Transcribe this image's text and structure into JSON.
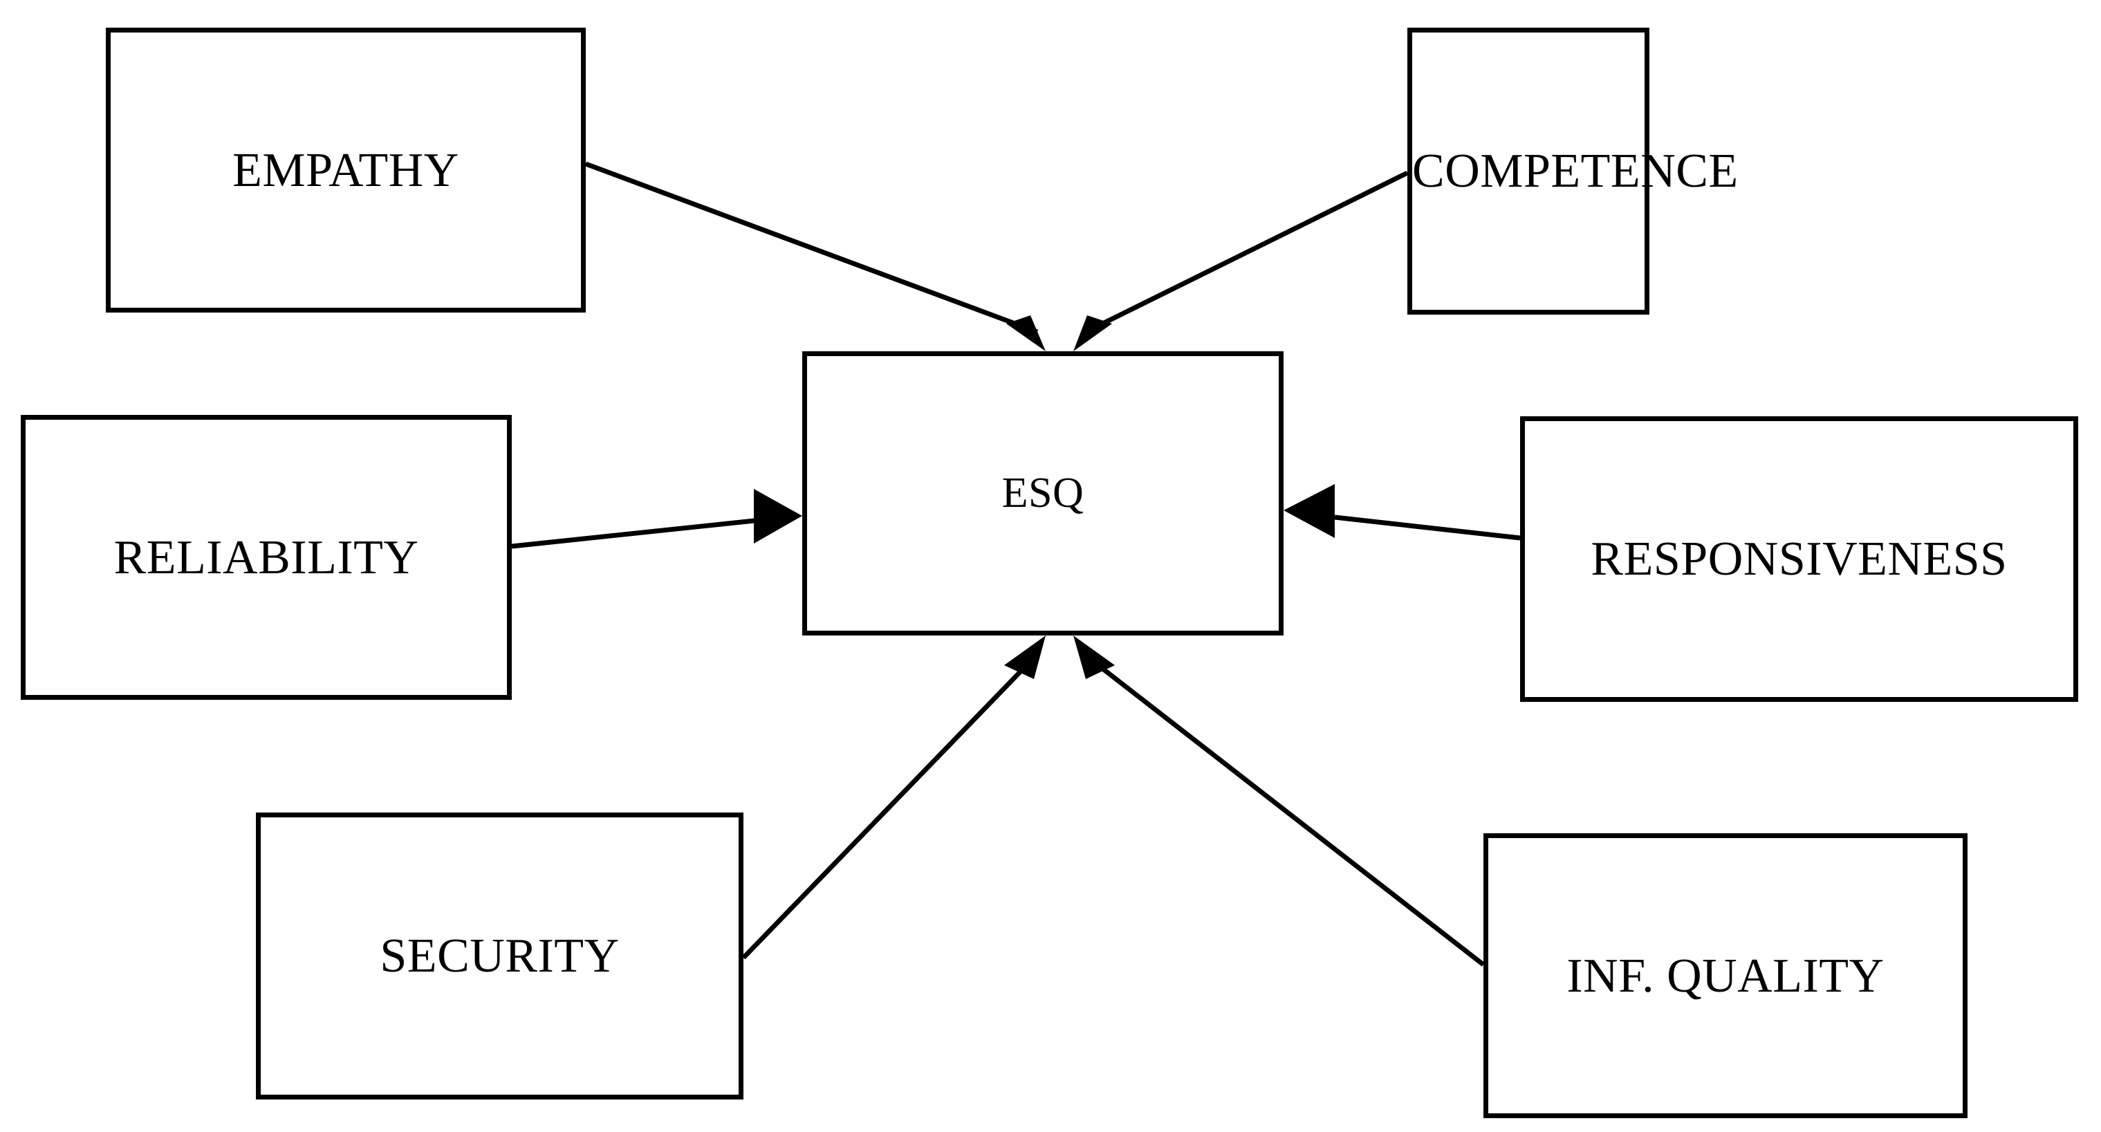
{
  "diagram": {
    "type": "conceptual-framework",
    "background_color": "#ffffff",
    "line_color": "#000000",
    "center": {
      "id": "esq",
      "label": "ESQ"
    },
    "nodes": [
      {
        "id": "empathy",
        "label": "EMPATHY",
        "position": "top-left"
      },
      {
        "id": "competence",
        "label": "COMPETENCE",
        "position": "top-right"
      },
      {
        "id": "reliability",
        "label": "RELIABILITY",
        "position": "middle-left"
      },
      {
        "id": "responsiveness",
        "label": "RESPONSIVENESS",
        "position": "middle-right"
      },
      {
        "id": "security",
        "label": "SECURITY",
        "position": "bottom-left"
      },
      {
        "id": "infquality",
        "label": "INF. QUALITY",
        "position": "bottom-right"
      }
    ],
    "edges": [
      {
        "from": "empathy",
        "to": "esq",
        "arrow": "to-center"
      },
      {
        "from": "competence",
        "to": "esq",
        "arrow": "to-center"
      },
      {
        "from": "reliability",
        "to": "esq",
        "arrow": "to-center"
      },
      {
        "from": "responsiveness",
        "to": "esq",
        "arrow": "to-center"
      },
      {
        "from": "security",
        "to": "esq",
        "arrow": "to-center"
      },
      {
        "from": "infquality",
        "to": "esq",
        "arrow": "to-center"
      }
    ]
  }
}
